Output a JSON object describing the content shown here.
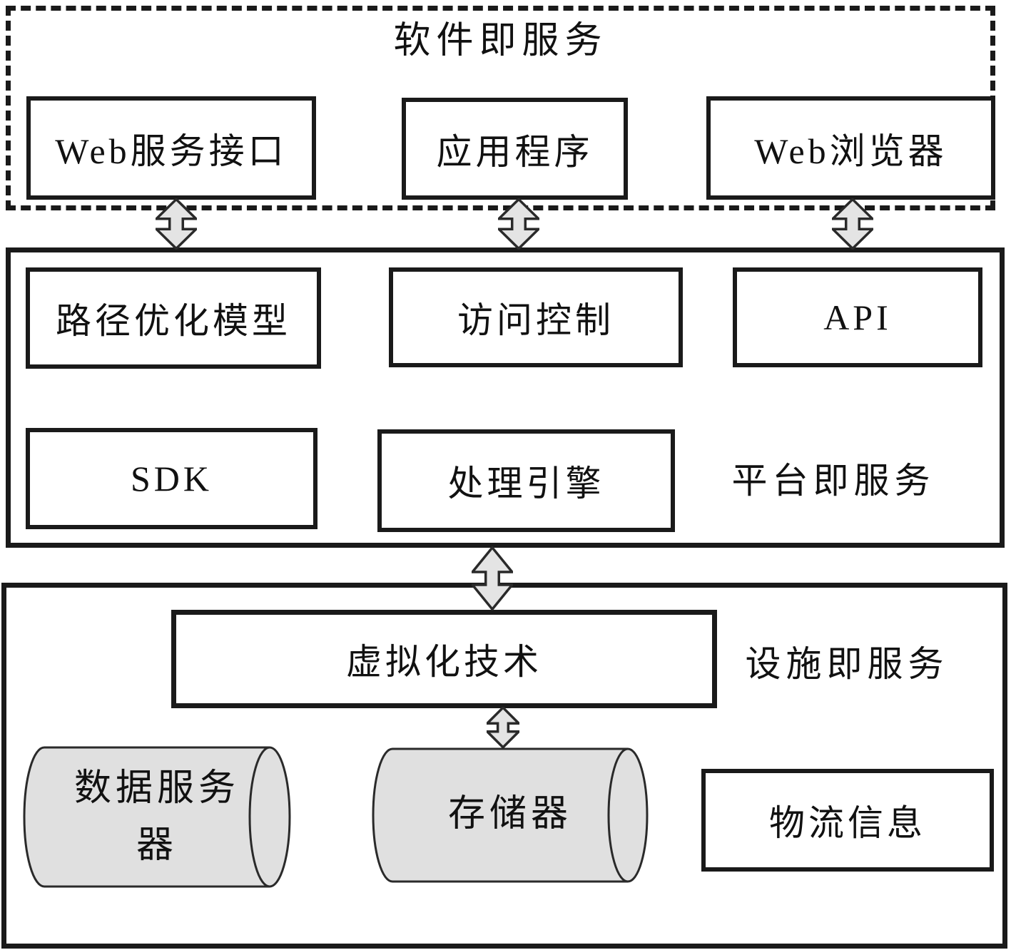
{
  "colors": {
    "line": "#1a1a1a",
    "arrow-fill": "#e4e4e4",
    "arrow-stroke": "#2a2a2a",
    "cylinder-fill": "#e0e0e0",
    "text": "#111111"
  },
  "saas": {
    "title": "软件即服务",
    "boxes": {
      "web_service_interface": "Web服务接口",
      "application": "应用程序",
      "web_browser": "Web浏览器"
    }
  },
  "paas": {
    "label": "平台即服务",
    "boxes": {
      "route_optimization": "路径优化模型",
      "access_control": "访问控制",
      "api": "API",
      "sdk": "SDK",
      "processing_engine": "处理引擎"
    }
  },
  "iaas": {
    "label": "设施即服务",
    "boxes": {
      "virtualization": "虚拟化技术",
      "logistics_info": "物流信息"
    },
    "cylinders": {
      "data_server": {
        "lines": [
          "数据服务",
          "器"
        ]
      },
      "storage": {
        "lines": [
          "存储器"
        ]
      }
    }
  }
}
